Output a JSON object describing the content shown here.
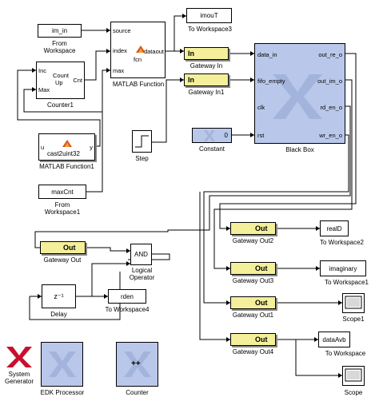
{
  "blocks": {
    "from_ws_im_in": {
      "text": "im_in",
      "label1": "From",
      "label2": "Workspace"
    },
    "counter1": {
      "ports_in": [
        "Inc",
        "Max"
      ],
      "ports_out": [
        "Cnt"
      ],
      "center": "Count\nUp",
      "label": "Counter1"
    },
    "matlab_fn": {
      "ports_in": [
        "source",
        "index",
        "max"
      ],
      "port_out": "dataout",
      "center": "fcn",
      "label": "MATLAB Function"
    },
    "to_ws3": {
      "text": "imouT",
      "label": "To Workspace3"
    },
    "gateway_in": {
      "text": "In",
      "label": "Gateway In"
    },
    "gateway_in1": {
      "text": "In",
      "label": "Gateway In1"
    },
    "black_box": {
      "ports_in": [
        "data_in",
        "fifo_empty",
        "clk",
        "rst"
      ],
      "ports_out": [
        "out_re_o",
        "out_im_o",
        "rd_en_o",
        "wr_en_o"
      ],
      "label": "Black Box"
    },
    "matlab_fn1": {
      "port_in": "u",
      "port_out": "y",
      "center": "cast2uint32",
      "label": "MATLAB Function1"
    },
    "step": {
      "label": "Step"
    },
    "constant": {
      "value": "0",
      "label": "Constant"
    },
    "from_ws1": {
      "text": "maxCnt",
      "label1": "From",
      "label2": "Workspace1"
    },
    "gateway_out": {
      "text": "Out",
      "label": "Gateway Out"
    },
    "logical_op": {
      "text": "AND",
      "label1": "Logical",
      "label2": "Operator"
    },
    "delay": {
      "text": "z⁻¹",
      "label": "Delay"
    },
    "to_ws4": {
      "text": "rden",
      "label": "To Workspace4"
    },
    "gateway_out2": {
      "text": "Out",
      "label": "Gateway Out2"
    },
    "to_ws2": {
      "text": "realD",
      "label": "To Workspace2"
    },
    "gateway_out3": {
      "text": "Out",
      "label": "Gateway Out3"
    },
    "to_ws1": {
      "text": "imaginary",
      "label": "To Workspace1"
    },
    "gateway_out1": {
      "text": "Out",
      "label": "Gateway Out1"
    },
    "scope1": {
      "label": "Scope1"
    },
    "gateway_out4": {
      "text": "Out",
      "label": "Gateway Out4"
    },
    "to_ws": {
      "text": "dataAvb",
      "label": "To Workspace"
    },
    "scope": {
      "label": "Scope"
    },
    "system_generator": {
      "label1": "System",
      "label2": "Generator"
    },
    "edk_processor": {
      "label": "EDK Processor"
    },
    "counter": {
      "text": "++",
      "label": "Counter"
    }
  },
  "colors": {
    "gateway_fill": "#f4ef9a",
    "blue_block": "#b9c8ea",
    "xilinx_red": "#c8102e"
  }
}
